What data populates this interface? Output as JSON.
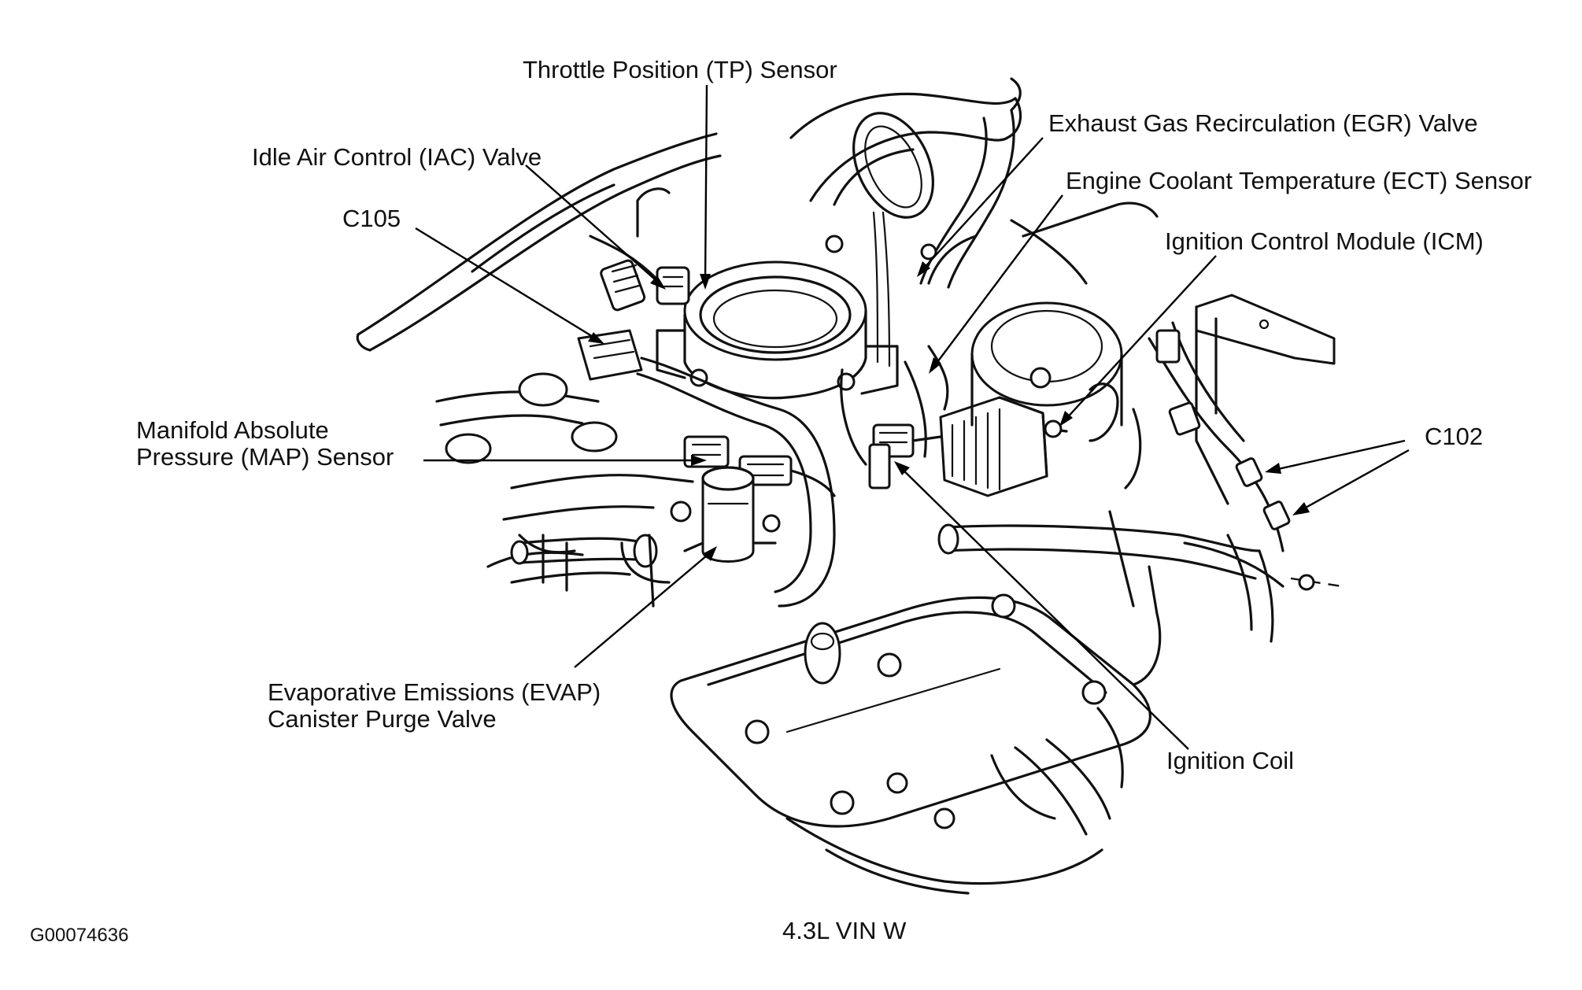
{
  "labels": {
    "tp_sensor": "Throttle Position (TP) Sensor",
    "iac_valve": "Idle Air Control (IAC) Valve",
    "c105": "C105",
    "egr_valve": "Exhaust Gas Recirculation (EGR) Valve",
    "ect_sensor": "Engine Coolant Temperature (ECT) Sensor",
    "icm": "Ignition Control Module (ICM)",
    "map_line1": "Manifold Absolute",
    "map_line2": "Pressure (MAP) Sensor",
    "c102": "C102",
    "evap_line1": "Evaporative Emissions (EVAP)",
    "evap_line2": "Canister Purge Valve",
    "ignition_coil": "Ignition Coil"
  },
  "caption": "4.3L VIN W",
  "figure_id": "G00074636"
}
